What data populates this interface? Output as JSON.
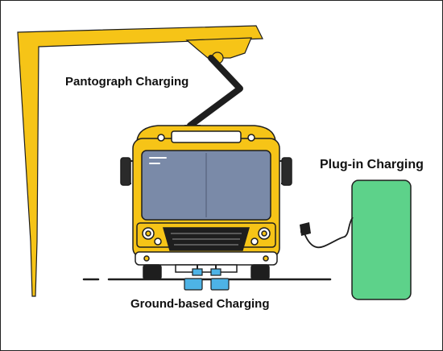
{
  "labels": {
    "pantograph": "Pantograph Charging",
    "plug_in": "Plug-in Charging",
    "ground_based": "Ground-based Charging"
  },
  "colors": {
    "yellow": "#f6c417",
    "outline": "#1e1e1e",
    "windshield": "#7a8aa8",
    "station_green": "#5dd28a",
    "ground_pad_blue": "#4db3e6",
    "window_white": "#ffffff"
  },
  "icons": [
    "pantograph-arm-icon",
    "electric-bus-icon",
    "charging-station-icon",
    "charging-plug-icon",
    "ground-charging-pad-icon"
  ]
}
